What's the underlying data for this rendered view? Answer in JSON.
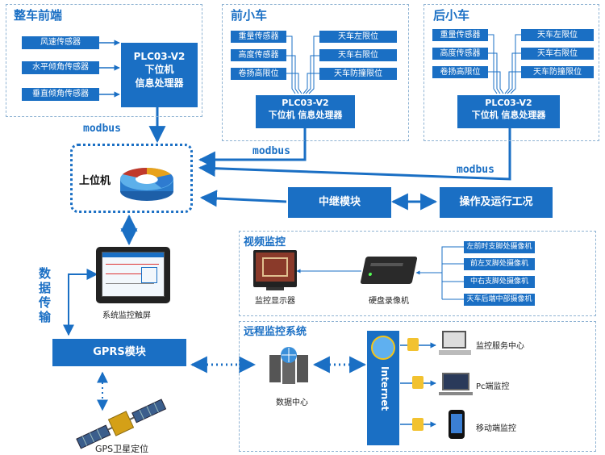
{
  "vehicle_front": {
    "title": "整车前端",
    "sensors": [
      "风速传感器",
      "水平倾角传感器",
      "垂直倾角传感器"
    ],
    "plc_lines": [
      "PLC03-V2",
      "下位机",
      "信息处理器"
    ]
  },
  "front_cart": {
    "title": "前小车",
    "left_items": [
      "重量传感器",
      "高度传感器",
      "卷扬高限位"
    ],
    "right_items": [
      "天车左限位",
      "天车右限位",
      "天车防撞限位"
    ],
    "plc_lines": [
      "PLC03-V2",
      "下位机 信息处理器"
    ]
  },
  "rear_cart": {
    "title": "后小车",
    "left_items": [
      "重量传感器",
      "高度传感器",
      "卷扬高限位"
    ],
    "right_items": [
      "天车左限位",
      "天车右限位",
      "天车防撞限位"
    ],
    "plc_lines": [
      "PLC03-V2",
      "下位机 信息处理器"
    ]
  },
  "modbus_labels": [
    "modbus",
    "modbus",
    "modbus"
  ],
  "host_label": "上位机",
  "relay_module": "中继模块",
  "operation_status": "操作及运行工况",
  "touchscreen_caption": "系统监控触屏",
  "data_transfer": "数据传输",
  "gprs_module": "GPRS模块",
  "gps_caption": "GPS卫星定位",
  "video": {
    "title": "视频监控",
    "monitor_caption": "监控显示器",
    "recorder_caption": "硬盘录像机",
    "cameras": [
      "左前时支脚处摄像机",
      "前左叉脚处摄像机",
      "中右支脚处摄像机",
      "天车后端中部摄像机"
    ]
  },
  "remote": {
    "title": "远程监控系统",
    "data_center": "数据中心",
    "internet": "Internet",
    "clients": [
      "监控服务中心",
      "Pc端监控",
      "移动端监控"
    ]
  },
  "colors": {
    "primary": "#1a6fc4",
    "dashed": "#8fb3d3",
    "dotted": "#1a6fc4"
  }
}
